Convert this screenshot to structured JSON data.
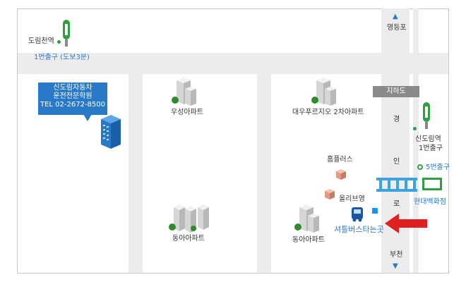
{
  "map": {
    "stations": {
      "dorimcheon": {
        "name": "도림천역",
        "exit": "1번출구 (도보3분)"
      },
      "sindorim": {
        "name": "신도림역",
        "exit": "1번출구",
        "exit5": "5번출구"
      }
    },
    "directions": {
      "top": "영등포",
      "bottom": "부천"
    },
    "underpass": "지하도",
    "vertical_road": [
      "경",
      "인",
      "로"
    ],
    "academy": {
      "line1": "신도림자동차",
      "line2": "운전전문학원",
      "phone": "TEL 02-2672-8500"
    },
    "buildings": {
      "useong": "우성아파트",
      "daewoo": "대우푸르지오 2차아파트",
      "donga_left": "동아아파트",
      "donga_right": "동아아파트",
      "homeplus": "홈플러스",
      "oliveyoung": "올리브영",
      "hyundai": "현대백화점"
    },
    "bus_stop": "셔틀버스타는곳",
    "colors": {
      "accent_blue": "#2a79c9",
      "station_green": "#2ea043",
      "arrow_red": "#e02020",
      "road": "#ececec"
    }
  }
}
